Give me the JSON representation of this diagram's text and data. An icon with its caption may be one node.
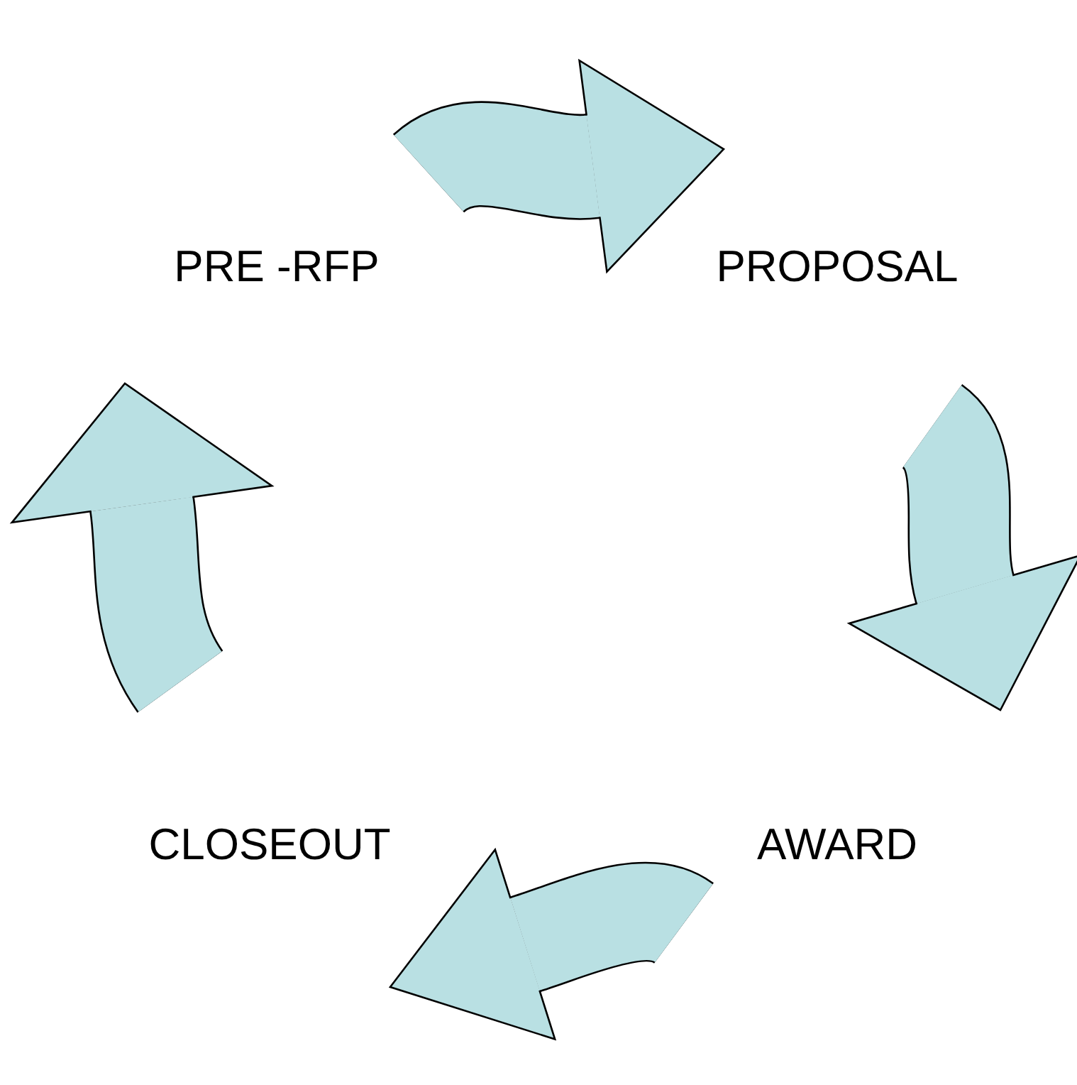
{
  "diagram": {
    "nodes": [
      {
        "text": [
          "PRE -RFP"
        ]
      },
      {
        "text": [
          "PROPOSAL"
        ]
      },
      {
        "text": [
          "AWARD"
        ]
      },
      {
        "text": [
          "CLOSEOUT"
        ]
      }
    ],
    "edges": [
      {
        "from": 0,
        "to": 1,
        "arrow": "to"
      },
      {
        "from": 1,
        "to": 2,
        "arrow": "to"
      },
      {
        "from": 2,
        "to": 3,
        "arrow": "to"
      },
      {
        "from": 3,
        "to": 0,
        "arrow": "to"
      }
    ]
  }
}
